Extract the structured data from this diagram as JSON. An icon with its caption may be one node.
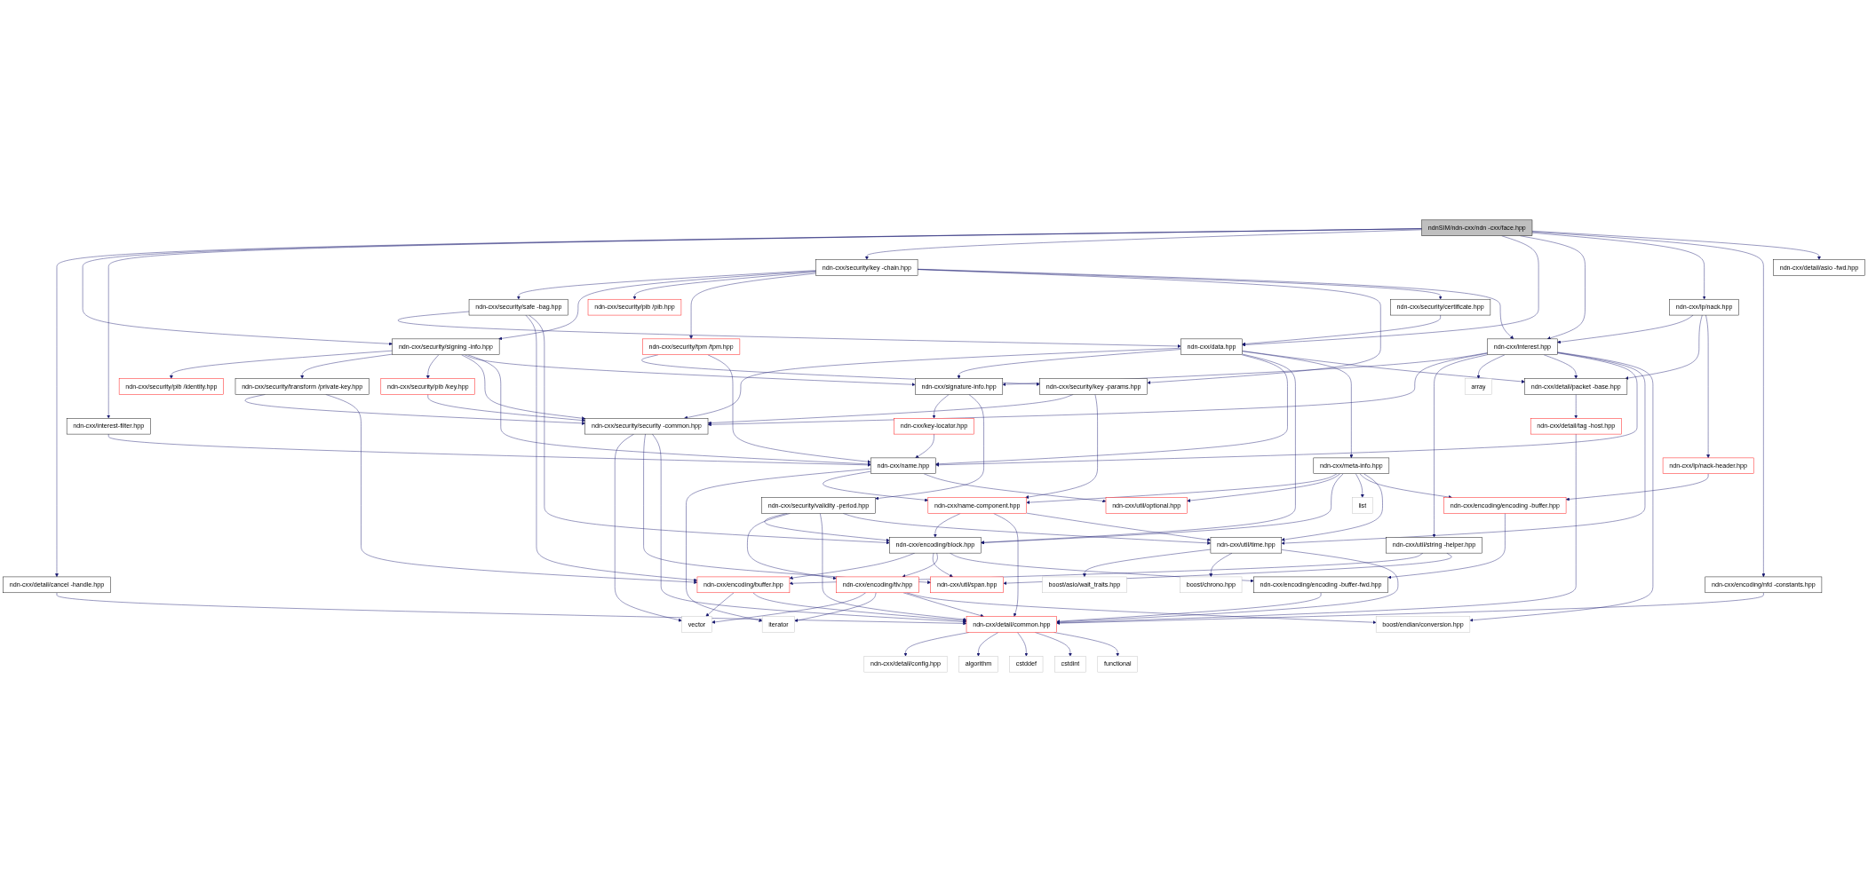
{
  "diagram": {
    "nodes": [
      {
        "text": [
          "ndnSIM/ndn-cxx/ndn -cxx/face.hpp"
        ]
      },
      {
        "text": [
          "ndn-cxx/security/key -chain.hpp"
        ]
      },
      {
        "text": [
          "ndn-cxx/encoding/nfd -constants.hpp"
        ]
      },
      {
        "text": [
          "ndn-cxx/detail/asio -fwd.hpp"
        ]
      },
      {
        "text": [
          "ndn-cxx/security/safe -bag.hpp"
        ]
      },
      {
        "text": [
          "ndn-cxx/security/pib /pib.hpp"
        ]
      },
      {
        "text": [
          "ndn-cxx/security/certificate.hpp"
        ]
      },
      {
        "text": [
          "ndn-cxx/lp/nack.hpp"
        ]
      },
      {
        "text": [
          "ndn-cxx/security/signing -info.hpp"
        ]
      },
      {
        "text": [
          "ndn-cxx/security/tpm /tpm.hpp"
        ]
      },
      {
        "text": [
          "ndn-cxx/data.hpp"
        ]
      },
      {
        "text": [
          "ndn-cxx/interest.hpp"
        ]
      },
      {
        "text": [
          "ndn-cxx/security/pib /identity.hpp"
        ]
      },
      {
        "text": [
          "ndn-cxx/security/transform /private-key.hpp"
        ]
      },
      {
        "text": [
          "ndn-cxx/security/pib /key.hpp"
        ]
      },
      {
        "text": [
          "ndn-cxx/security/key -params.hpp"
        ]
      },
      {
        "text": [
          "ndn-cxx/signature-info.hpp"
        ]
      },
      {
        "text": [
          "array"
        ]
      },
      {
        "text": [
          "ndn-cxx/detail/packet -base.hpp"
        ]
      },
      {
        "text": [
          "ndn-cxx/security/security -common.hpp"
        ]
      },
      {
        "text": [
          "ndn-cxx/interest-filter.hpp"
        ]
      },
      {
        "text": [
          "ndn-cxx/key-locator.hpp"
        ]
      },
      {
        "text": [
          "ndn-cxx/lp/nack-header.hpp"
        ]
      },
      {
        "text": [
          "ndn-cxx/detail/cancel -handle.hpp"
        ]
      },
      {
        "text": [
          "ndn-cxx/name.hpp"
        ]
      },
      {
        "text": [
          "ndn-cxx/meta-info.hpp"
        ]
      },
      {
        "text": [
          "ndn-cxx/detail/tag -host.hpp"
        ]
      },
      {
        "text": [
          "ndn-cxx/name-component.hpp"
        ]
      },
      {
        "text": [
          "ndn-cxx/util/optional.hpp"
        ]
      },
      {
        "text": [
          "ndn-cxx/security/validity -period.hpp"
        ]
      },
      {
        "text": [
          "list"
        ]
      },
      {
        "text": [
          "ndn-cxx/encoding/encoding -buffer.hpp"
        ]
      },
      {
        "text": [
          "ndn-cxx/util/string -helper.hpp"
        ]
      },
      {
        "text": [
          "ndn-cxx/encoding/block.hpp"
        ]
      },
      {
        "text": [
          "ndn-cxx/util/time.hpp"
        ]
      },
      {
        "text": [
          "ndn-cxx/encoding/buffer.hpp"
        ]
      },
      {
        "text": [
          "ndn-cxx/util/span.hpp"
        ]
      },
      {
        "text": [
          "ndn-cxx/encoding/tlv.hpp"
        ]
      },
      {
        "text": [
          "ndn-cxx/encoding/encoding -buffer-fwd.hpp"
        ]
      },
      {
        "text": [
          "boost/asio/wait_traits.hpp"
        ]
      },
      {
        "text": [
          "boost/chrono.hpp"
        ]
      },
      {
        "text": [
          "vector"
        ]
      },
      {
        "text": [
          "iterator"
        ]
      },
      {
        "text": [
          "ndn-cxx/detail/common.hpp"
        ]
      },
      {
        "text": [
          "boost/endian/conversion.hpp"
        ]
      },
      {
        "text": [
          "ndn-cxx/detail/config.hpp"
        ]
      },
      {
        "text": [
          "algorithm"
        ]
      },
      {
        "text": [
          "cstddef"
        ]
      },
      {
        "text": [
          "cstdint"
        ]
      },
      {
        "text": [
          "functional"
        ]
      }
    ],
    "edges": [
      {
        "from": 0,
        "to": 23,
        "arrow": "to"
      },
      {
        "from": 0,
        "to": 8,
        "arrow": "to"
      },
      {
        "from": 0,
        "to": 20,
        "arrow": "to"
      },
      {
        "from": 0,
        "to": 1,
        "arrow": "to"
      },
      {
        "from": 0,
        "to": 10,
        "arrow": "to"
      },
      {
        "from": 0,
        "to": 11,
        "arrow": "to"
      },
      {
        "from": 0,
        "to": 7,
        "arrow": "to"
      },
      {
        "from": 0,
        "to": 2,
        "arrow": "to"
      },
      {
        "from": 0,
        "to": 3,
        "arrow": "to"
      },
      {
        "from": 1,
        "to": 4,
        "arrow": "to"
      },
      {
        "from": 1,
        "to": 8,
        "arrow": "to"
      },
      {
        "from": 1,
        "to": 5,
        "arrow": "to"
      },
      {
        "from": 1,
        "to": 9,
        "arrow": "to"
      },
      {
        "from": 1,
        "to": 15,
        "arrow": "to"
      },
      {
        "from": 1,
        "to": 6,
        "arrow": "to"
      },
      {
        "from": 1,
        "to": 11,
        "arrow": "to"
      },
      {
        "from": 2,
        "to": 43,
        "arrow": "to"
      },
      {
        "from": 4,
        "to": 10,
        "arrow": "to"
      },
      {
        "from": 4,
        "to": 35,
        "arrow": "to"
      },
      {
        "from": 4,
        "to": 33,
        "arrow": "to"
      },
      {
        "from": 6,
        "to": 10,
        "arrow": "to"
      },
      {
        "from": 7,
        "to": 11,
        "arrow": "to"
      },
      {
        "from": 7,
        "to": 18,
        "arrow": "to"
      },
      {
        "from": 7,
        "to": 22,
        "arrow": "to"
      },
      {
        "from": 8,
        "to": 12,
        "arrow": "to"
      },
      {
        "from": 8,
        "to": 13,
        "arrow": "to"
      },
      {
        "from": 8,
        "to": 14,
        "arrow": "to"
      },
      {
        "from": 8,
        "to": 19,
        "arrow": "to"
      },
      {
        "from": 8,
        "to": 16,
        "arrow": "to"
      },
      {
        "from": 8,
        "to": 24,
        "arrow": "to"
      },
      {
        "from": 9,
        "to": 15,
        "arrow": "to"
      },
      {
        "from": 9,
        "to": 24,
        "arrow": "to"
      },
      {
        "from": 10,
        "to": 19,
        "arrow": "to"
      },
      {
        "from": 10,
        "to": 16,
        "arrow": "to"
      },
      {
        "from": 10,
        "to": 24,
        "arrow": "to"
      },
      {
        "from": 10,
        "to": 33,
        "arrow": "to"
      },
      {
        "from": 10,
        "to": 25,
        "arrow": "to"
      },
      {
        "from": 10,
        "to": 18,
        "arrow": "to"
      },
      {
        "from": 11,
        "to": 16,
        "arrow": "to"
      },
      {
        "from": 11,
        "to": 19,
        "arrow": "to"
      },
      {
        "from": 11,
        "to": 32,
        "arrow": "to"
      },
      {
        "from": 11,
        "to": 17,
        "arrow": "to"
      },
      {
        "from": 11,
        "to": 18,
        "arrow": "to"
      },
      {
        "from": 11,
        "to": 24,
        "arrow": "to"
      },
      {
        "from": 11,
        "to": 34,
        "arrow": "to"
      },
      {
        "from": 11,
        "to": 44,
        "arrow": "to"
      },
      {
        "from": 13,
        "to": 19,
        "arrow": "to"
      },
      {
        "from": 13,
        "to": 35,
        "arrow": "to"
      },
      {
        "from": 14,
        "to": 19,
        "arrow": "to"
      },
      {
        "from": 15,
        "to": 19,
        "arrow": "to"
      },
      {
        "from": 15,
        "to": 27,
        "arrow": "to"
      },
      {
        "from": 16,
        "to": 21,
        "arrow": "to"
      },
      {
        "from": 16,
        "to": 29,
        "arrow": "to"
      },
      {
        "from": 18,
        "to": 26,
        "arrow": "to"
      },
      {
        "from": 19,
        "to": 41,
        "arrow": "to"
      },
      {
        "from": 19,
        "to": 36,
        "arrow": "to"
      },
      {
        "from": 19,
        "to": 43,
        "arrow": "to"
      },
      {
        "from": 20,
        "to": 24,
        "arrow": "to"
      },
      {
        "from": 21,
        "to": 24,
        "arrow": "to"
      },
      {
        "from": 22,
        "to": 31,
        "arrow": "to"
      },
      {
        "from": 23,
        "to": 43,
        "arrow": "to"
      },
      {
        "from": 24,
        "to": 42,
        "arrow": "to"
      },
      {
        "from": 24,
        "to": 27,
        "arrow": "to"
      },
      {
        "from": 24,
        "to": 28,
        "arrow": "to"
      },
      {
        "from": 25,
        "to": 27,
        "arrow": "to"
      },
      {
        "from": 25,
        "to": 28,
        "arrow": "to"
      },
      {
        "from": 25,
        "to": 33,
        "arrow": "to"
      },
      {
        "from": 25,
        "to": 30,
        "arrow": "to"
      },
      {
        "from": 25,
        "to": 31,
        "arrow": "to"
      },
      {
        "from": 25,
        "to": 34,
        "arrow": "to"
      },
      {
        "from": 26,
        "to": 43,
        "arrow": "to"
      },
      {
        "from": 27,
        "to": 33,
        "arrow": "to"
      },
      {
        "from": 27,
        "to": 43,
        "arrow": "to"
      },
      {
        "from": 27,
        "to": 34,
        "arrow": "to"
      },
      {
        "from": 29,
        "to": 33,
        "arrow": "to"
      },
      {
        "from": 29,
        "to": 37,
        "arrow": "to"
      },
      {
        "from": 29,
        "to": 43,
        "arrow": "to"
      },
      {
        "from": 29,
        "to": 34,
        "arrow": "to"
      },
      {
        "from": 31,
        "to": 38,
        "arrow": "to"
      },
      {
        "from": 32,
        "to": 35,
        "arrow": "to"
      },
      {
        "from": 32,
        "to": 36,
        "arrow": "to"
      },
      {
        "from": 33,
        "to": 35,
        "arrow": "to"
      },
      {
        "from": 33,
        "to": 36,
        "arrow": "to"
      },
      {
        "from": 33,
        "to": 37,
        "arrow": "to"
      },
      {
        "from": 33,
        "to": 38,
        "arrow": "to"
      },
      {
        "from": 34,
        "to": 39,
        "arrow": "to"
      },
      {
        "from": 34,
        "to": 40,
        "arrow": "to"
      },
      {
        "from": 34,
        "to": 43,
        "arrow": "to"
      },
      {
        "from": 35,
        "to": 41,
        "arrow": "to"
      },
      {
        "from": 35,
        "to": 43,
        "arrow": "to"
      },
      {
        "from": 37,
        "to": 41,
        "arrow": "to"
      },
      {
        "from": 37,
        "to": 42,
        "arrow": "to"
      },
      {
        "from": 37,
        "to": 43,
        "arrow": "to"
      },
      {
        "from": 37,
        "to": 44,
        "arrow": "to"
      },
      {
        "from": 38,
        "to": 43,
        "arrow": "to"
      },
      {
        "from": 43,
        "to": 45,
        "arrow": "to"
      },
      {
        "from": 43,
        "to": 46,
        "arrow": "to"
      },
      {
        "from": 43,
        "to": 47,
        "arrow": "to"
      },
      {
        "from": 43,
        "to": 48,
        "arrow": "to"
      },
      {
        "from": 43,
        "to": 49,
        "arrow": "to"
      }
    ]
  }
}
